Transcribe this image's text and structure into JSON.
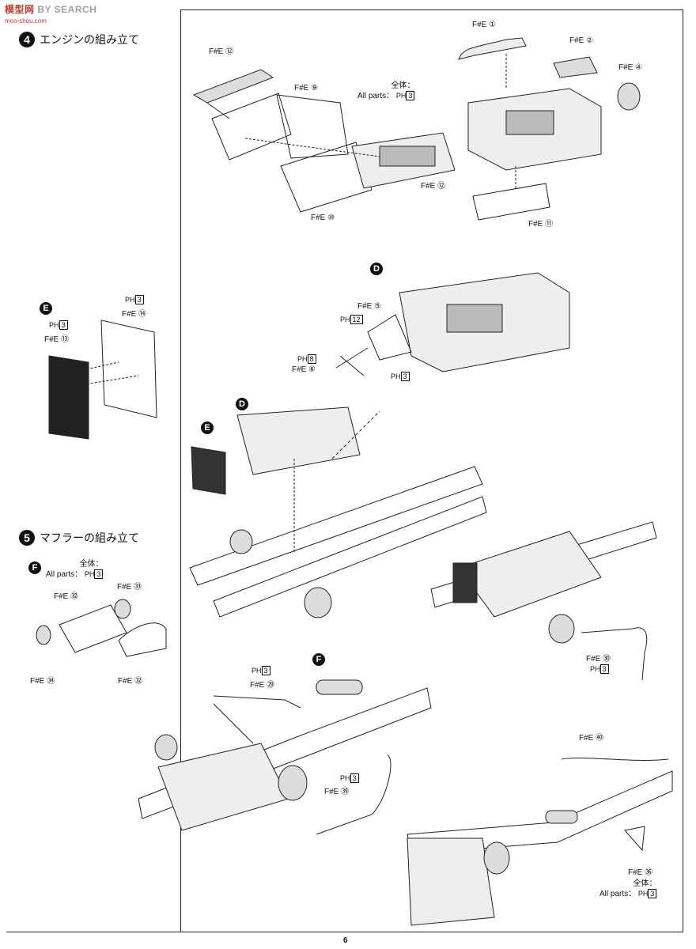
{
  "watermark": {
    "brand_red": "模",
    "brand_a": "型",
    "brand_b": "网",
    "brand": "BY SEARCH",
    "url": "moo-shou.com"
  },
  "page_number": "6",
  "step4": {
    "number": "4",
    "title": "エンジンの組み立て"
  },
  "step5": {
    "number": "5",
    "title": "マフラーの組み立て"
  },
  "markers": {
    "D": "D",
    "E": "E",
    "F": "F"
  },
  "all_parts": {
    "jp": "全体",
    "en": "All parts"
  },
  "ph_prefix": "PH",
  "labels": {
    "fe12a": "F#E ⑫",
    "fe9": "F#E ⑨",
    "fe12b": "F#E ⑫",
    "fe10": "F#E ⑩",
    "fe1": "F#E ①",
    "fe2": "F#E ②",
    "fe4": "F#E ④",
    "fe11": "F#E ⑪",
    "fe5": "F#E ⑤",
    "fe6": "F#E ⑥",
    "fe13": "F#E ⑬",
    "fe14": "F#E ⑭",
    "fe32a": "F#E ㉜",
    "fe33": "F#E ㉝",
    "fe34": "F#E ㉞",
    "fe32b": "F#E ㉜",
    "fe30": "F#E ㉚",
    "fe29": "F#E ㉙",
    "fe39": "F#E ㊴",
    "fe40": "F#E ㊵",
    "fe36": "F#E ㊱"
  },
  "ph_values": {
    "ph3_all_top": "3",
    "ph12": "12",
    "ph8": "8",
    "ph3_d": "3",
    "ph3_e": "3",
    "ph3_e2": "3",
    "ph3_f": "3",
    "ph3_30": "3",
    "ph3_29": "3",
    "ph3_39": "3",
    "ph3_all_bot": "3"
  }
}
